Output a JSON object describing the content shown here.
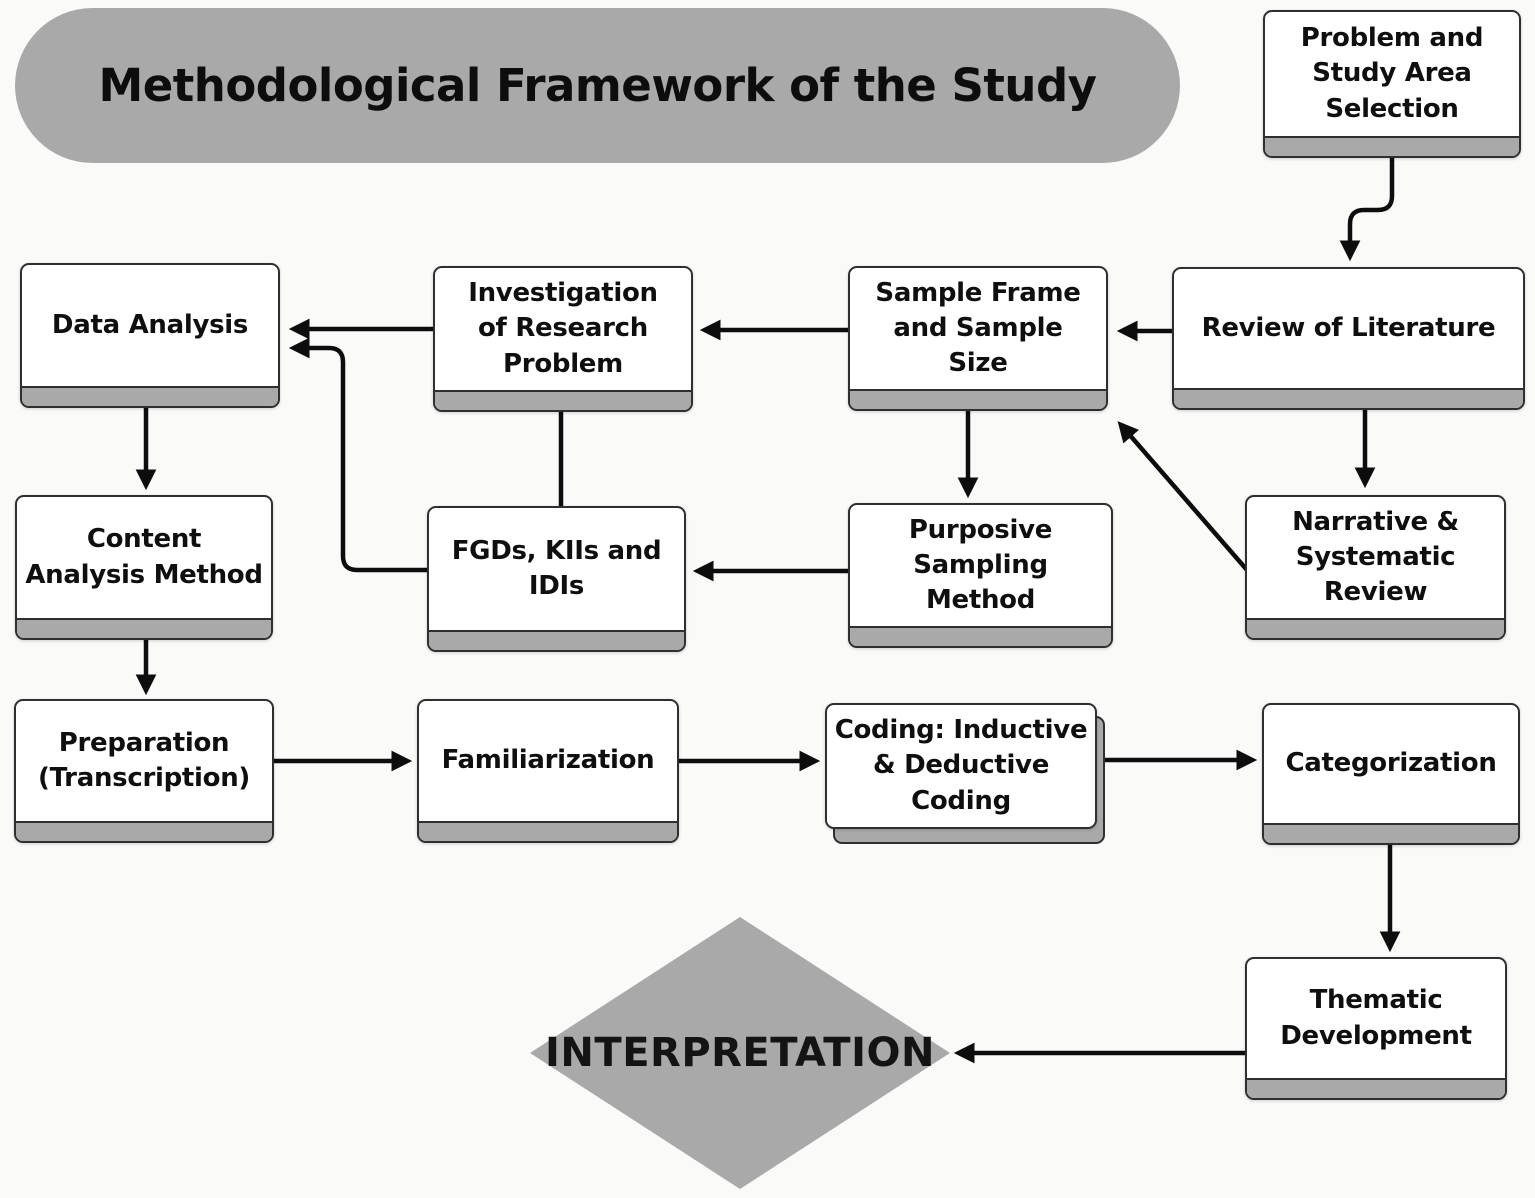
{
  "title": "Methodological Framework of the Study",
  "nodes": {
    "problem": {
      "label": "Problem and\nStudy Area\nSelection"
    },
    "review": {
      "label": "Review of Literature"
    },
    "sample": {
      "label": "Sample Frame\nand Sample\nSize"
    },
    "investigation": {
      "label": "Investigation\nof Research\nProblem"
    },
    "data_analysis": {
      "label": "Data Analysis"
    },
    "narrative": {
      "label": "Narrative &\nSystematic\nReview"
    },
    "purposive": {
      "label": "Purposive\nSampling Method"
    },
    "fgds": {
      "label": "FGDs, KIIs and\nIDIs"
    },
    "content": {
      "label": "Content\nAnalysis Method"
    },
    "preparation": {
      "label": "Preparation\n(Transcription)"
    },
    "familiarization": {
      "label": "Familiarization"
    },
    "coding": {
      "label": "Coding: Inductive\n& Deductive\nCoding"
    },
    "categorization": {
      "label": "Categorization"
    },
    "thematic": {
      "label": "Thematic\nDevelopment"
    },
    "interpretation": {
      "label": "INTERPRETATION"
    }
  },
  "edges": [
    {
      "from": "problem",
      "to": "review",
      "arrow": true
    },
    {
      "from": "review",
      "to": "sample",
      "arrow": true
    },
    {
      "from": "sample",
      "to": "investigation",
      "arrow": true
    },
    {
      "from": "investigation",
      "to": "data_analysis",
      "arrow": true
    },
    {
      "from": "review",
      "to": "narrative",
      "arrow": true
    },
    {
      "from": "narrative",
      "to": "sample",
      "arrow": true
    },
    {
      "from": "sample",
      "to": "purposive",
      "arrow": true
    },
    {
      "from": "purposive",
      "to": "fgds",
      "arrow": true
    },
    {
      "from": "investigation",
      "to": "fgds",
      "arrow": false
    },
    {
      "from": "fgds",
      "to": "data_analysis",
      "arrow": true
    },
    {
      "from": "data_analysis",
      "to": "content",
      "arrow": true
    },
    {
      "from": "content",
      "to": "preparation",
      "arrow": true
    },
    {
      "from": "preparation",
      "to": "familiarization",
      "arrow": true
    },
    {
      "from": "familiarization",
      "to": "coding",
      "arrow": true
    },
    {
      "from": "coding",
      "to": "categorization",
      "arrow": true
    },
    {
      "from": "categorization",
      "to": "thematic",
      "arrow": true
    },
    {
      "from": "thematic",
      "to": "interpretation",
      "arrow": true
    }
  ],
  "colors": {
    "background": "#fafaf9",
    "shape_gray": "#a9a9a9",
    "box_fill": "#ffffff",
    "border": "#2f2f2f",
    "arrow": "#0d0d0d",
    "text": "#0f0f0f"
  }
}
